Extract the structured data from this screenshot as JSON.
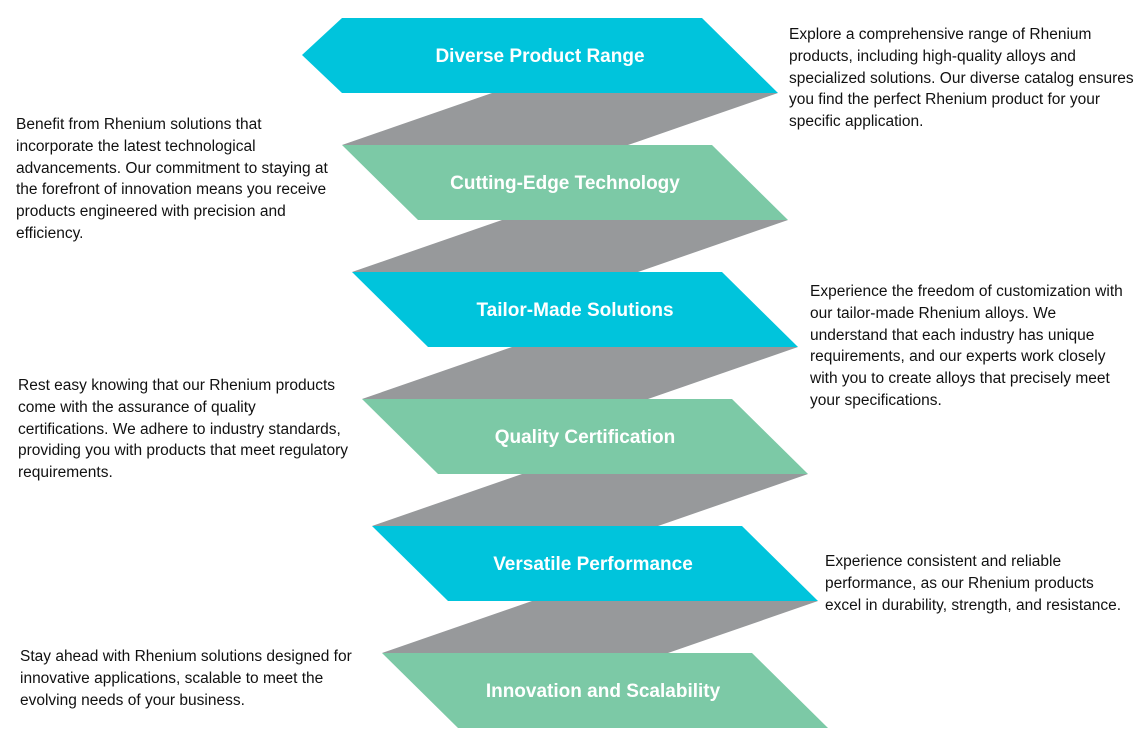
{
  "colors": {
    "cyan": "#00C4DC",
    "green": "#7CC9A6",
    "connector": "#97999B"
  },
  "bands": [
    {
      "title": "Diverse Product Range",
      "color": "cyan"
    },
    {
      "title": "Cutting-Edge Technology",
      "color": "green"
    },
    {
      "title": "Tailor-Made Solutions",
      "color": "cyan"
    },
    {
      "title": "Quality Certification",
      "color": "green"
    },
    {
      "title": "Versatile Performance",
      "color": "cyan"
    },
    {
      "title": "Innovation and Scalability",
      "color": "green"
    }
  ],
  "descriptions": [
    "Explore a comprehensive range of Rhenium products, including high-quality alloys and specialized solutions. Our diverse catalog ensures you find the perfect Rhenium product for your specific application.",
    "Benefit from Rhenium solutions that incorporate the latest technological advancements. Our commitment to staying at the forefront of innovation means you receive products engineered with precision and efficiency.",
    "Experience the freedom of customization with our tailor-made Rhenium alloys. We understand that each industry has unique requirements, and our experts work closely with you to create alloys that precisely meet your specifications.",
    "Rest easy knowing that our Rhenium products come with the assurance of quality certifications. We adhere to industry standards, providing you with products that meet regulatory requirements.",
    "Experience consistent and reliable performance, as our Rhenium products excel in durability, strength, and resistance.",
    "Stay ahead with Rhenium solutions designed for innovative applications, scalable to meet the evolving needs of your business."
  ]
}
